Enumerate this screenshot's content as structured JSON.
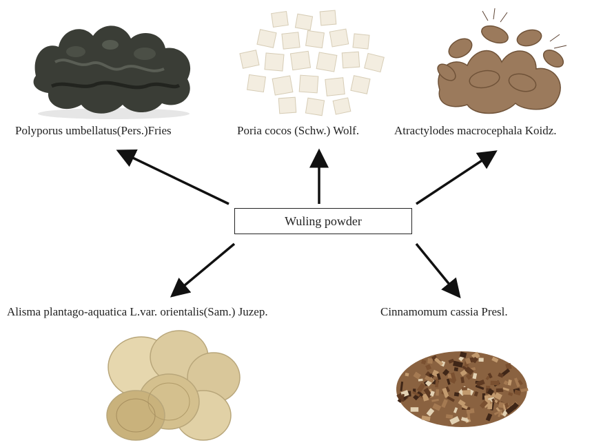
{
  "center": {
    "label": "Wuling powder"
  },
  "herbs": [
    {
      "id": "polyporus",
      "label": "Polyporus umbellatus(Pers.)Fries"
    },
    {
      "id": "poria",
      "label": "Poria cocos (Schw.) Wolf."
    },
    {
      "id": "atractylodes",
      "label": "Atractylodes macrocephala Koidz."
    },
    {
      "id": "alisma",
      "label": "Alisma plantago-aquatica L.var. orientalis(Sam.) Juzep."
    },
    {
      "id": "cinnamomum",
      "label": "Cinnamomum cassia Presl."
    }
  ],
  "colors": {
    "arrow": "#111111",
    "polyporus": "#3a3d36",
    "poria": "#f3ede0",
    "atractylodes": "#9b7a5c",
    "alisma": "#d9c79a",
    "cinnamomum": "#7a5030"
  }
}
